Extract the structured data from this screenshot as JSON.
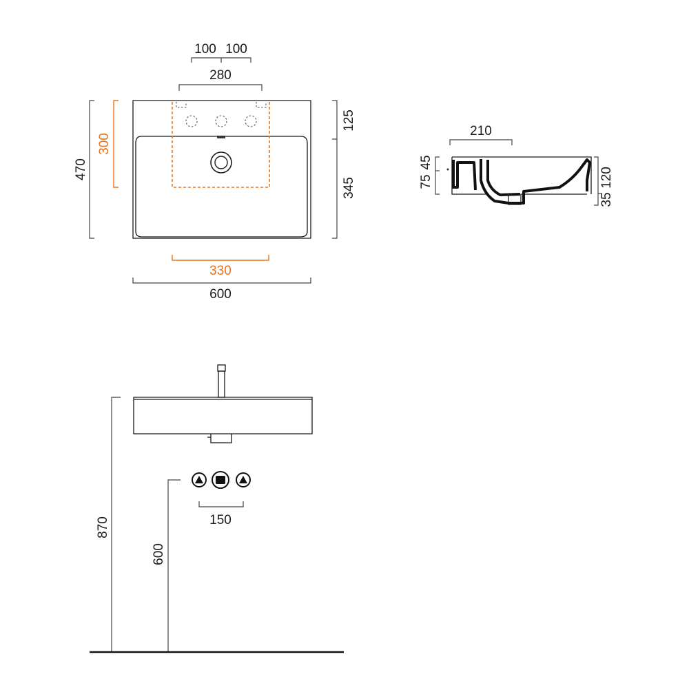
{
  "top_view": {
    "hole_spacing_left": "100",
    "hole_spacing_right": "100",
    "tap_zone_width": "280",
    "overall_depth": "470",
    "tap_zone_depth": "300",
    "deck_depth": "125",
    "bowl_depth": "345",
    "bowl_width": "330",
    "overall_width": "600"
  },
  "section_view": {
    "offset": "210",
    "deck_height": "45",
    "inner_height": "75",
    "overall_height": "120",
    "base_height": "35"
  },
  "front_view": {
    "rim_height": "870",
    "supply_height": "600",
    "supply_spacing": "150"
  },
  "colors": {
    "line": "#1a1a1a",
    "accent_orange": "#e8741e"
  }
}
